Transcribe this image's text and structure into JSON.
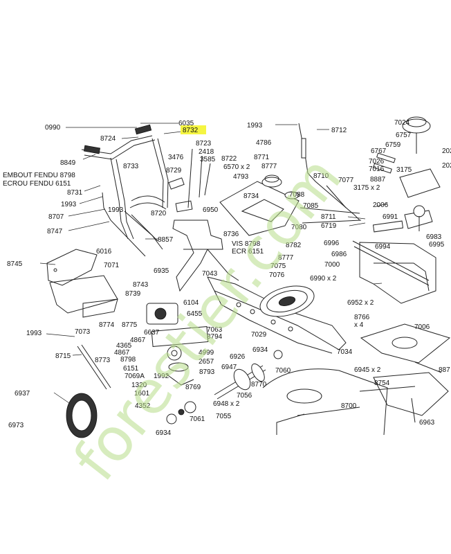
{
  "highlight_color": "#f5f542",
  "watermark": {
    "text": "forestier.com",
    "color": "#9ccc65",
    "accent_color": "#f5a623"
  },
  "highlighted_part": "8732",
  "labels": {
    "l0990": "0990",
    "l6035": "6035",
    "l8732": "8732",
    "l8724": "8724",
    "l8723": "8723",
    "l3476": "3476",
    "l2418": "2418",
    "l3585": "3585",
    "l8722": "8722",
    "l8849": "8849",
    "l8733": "8733",
    "l6570": "6570 x 2",
    "l4793": "4793",
    "l8729": "8729",
    "lEmb": "EMBOUT FENDU 8798",
    "lEcr": "ECROU FENDU 6151",
    "l8731": "8731",
    "l1993a": "1993",
    "l1993b": "1993",
    "l8720": "8720",
    "l8707": "8707",
    "l6950": "6950",
    "l8747": "8747",
    "l8857": "8857",
    "l8736": "8736",
    "l6016": "6016",
    "lVis": "VIS 8798",
    "lEcr2": "ECR 6151",
    "l8745": "8745",
    "l7071": "7071",
    "l6935": "6935",
    "l7043": "7043",
    "l8743": "8743",
    "l8739": "8739",
    "l6104": "6104",
    "l6455": "6455",
    "l8774": "8774",
    "l8775": "8775",
    "l6637": "6637",
    "l7063": "7063",
    "l8794": "8794",
    "l1993c": "1993",
    "l7073": "7073",
    "l4365": "4365",
    "l4867a": "4867",
    "l4867b": "4867",
    "l8715": "8715",
    "l8773": "8773",
    "l8798": "8798",
    "l4999": "4999",
    "l2657": "2657",
    "l6151": "6151",
    "l7069A": "7069A",
    "l1992": "1992",
    "l8793": "8793",
    "l1320": "1320",
    "l8769": "8769",
    "l1601": "1601",
    "l6937": "6937",
    "l4352": "4352",
    "l6973": "6973",
    "l6934": "6934",
    "l7061": "7061",
    "l6948": "6948 x 2",
    "l7055": "7055",
    "l6926": "6926",
    "l6947": "6947",
    "l7056": "7056",
    "l8770": "8770",
    "l6934b": "6934",
    "l7060": "7060",
    "l7029": "7029",
    "l7034": "7034",
    "l8700": "8700",
    "l1993d": "1993",
    "l8712": "8712",
    "l4786": "4786",
    "l8771": "8771",
    "l8777a": "8777",
    "l8710": "8710",
    "l7077": "7077",
    "l8734": "8734",
    "l7088": "7088",
    "l7085": "7085",
    "l7080": "7080",
    "l8711": "8711",
    "l6719": "6719",
    "l8782": "8782",
    "l8777b": "8777",
    "l7075": "7075",
    "l7076": "7076",
    "l7024": "7024",
    "l6757": "6757",
    "l6759": "6759",
    "l6767": "6767",
    "l7026": "7026",
    "l7016": "7016",
    "l3175a": "3175",
    "l3175b": "3175 x 2",
    "l8887": "8887",
    "l2006": "2006",
    "l6991": "6991",
    "l6996": "6996",
    "l6994": "6994",
    "l6983": "6983",
    "l6995": "6995",
    "l6986": "6986",
    "l7000": "7000",
    "l6990": "6990 x 2",
    "l6952": "6952 x 2",
    "l8766": "8766",
    "lx4": "x 4",
    "l7006": "7006",
    "l6945": "6945 x 2",
    "l8754": "8754",
    "l6963": "6963",
    "l887": "887",
    "l202a": "202",
    "l202b": "202"
  }
}
